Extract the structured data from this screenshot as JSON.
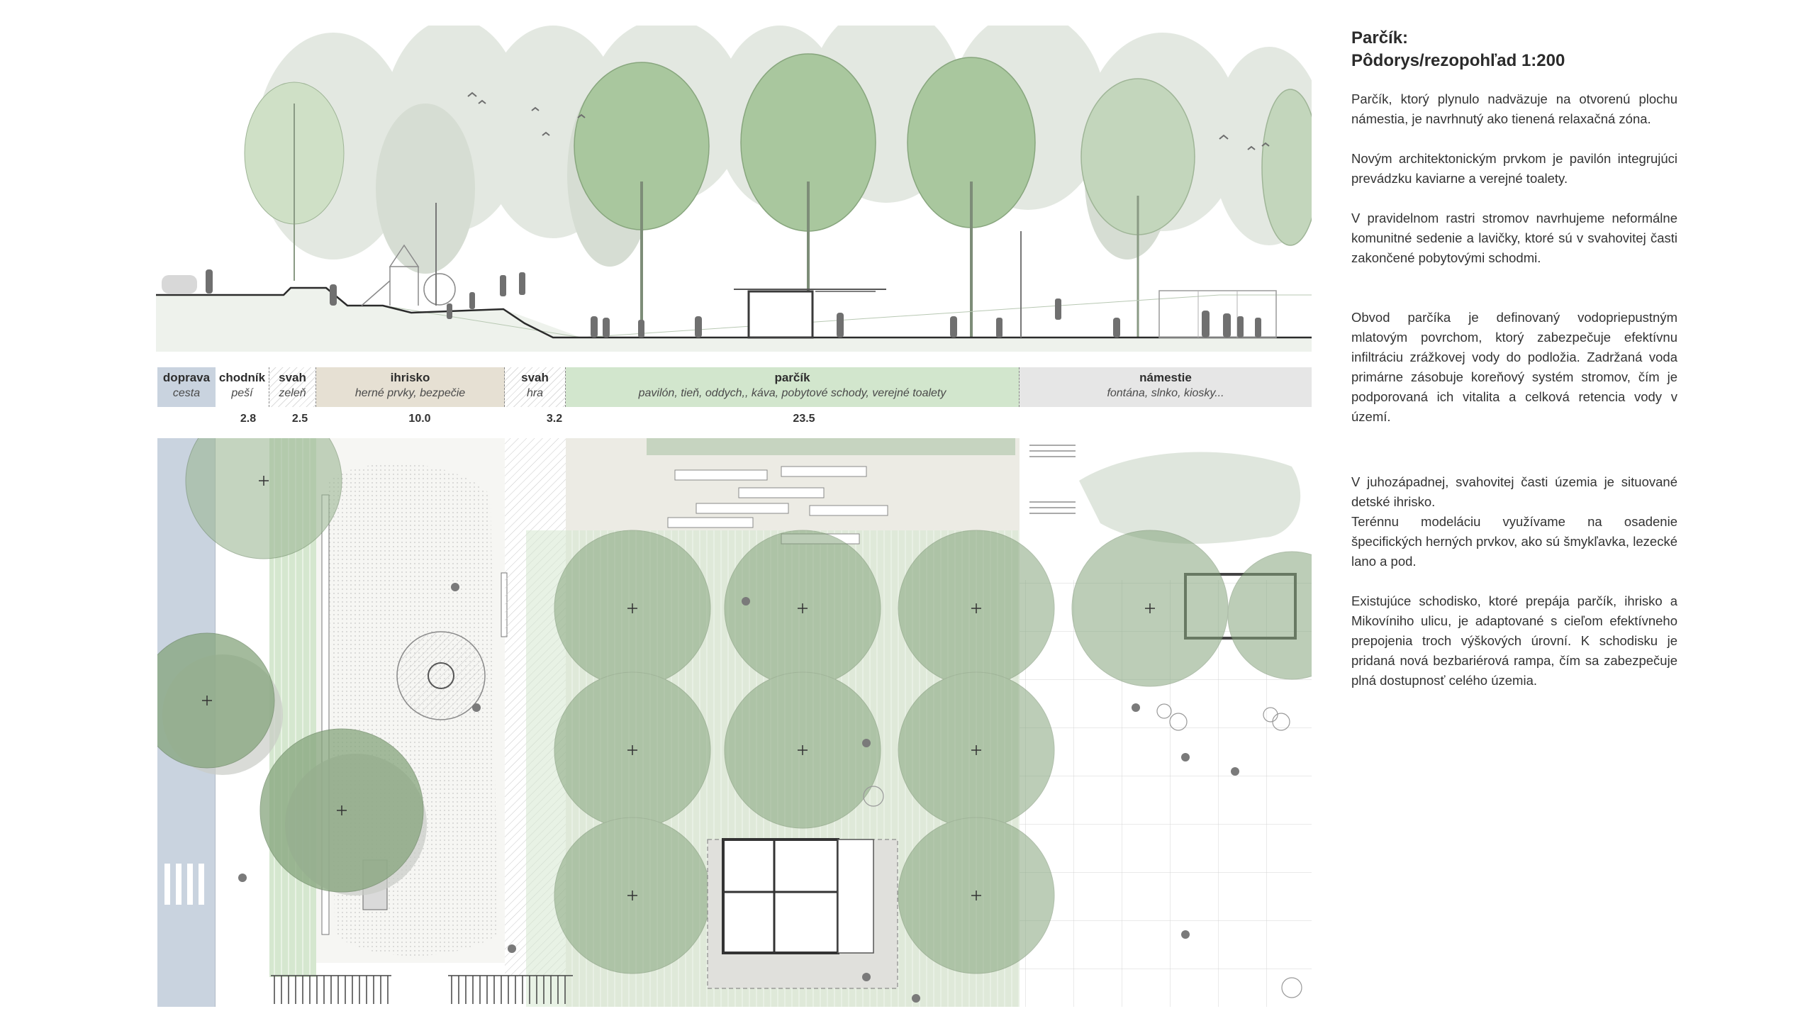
{
  "panel": {
    "title": "Parčík:",
    "subtitle": "Pôdorys/rezopohľad 1:200",
    "paragraphs": [
      "Parčík, ktorý plynulo nadväzuje na otvorenú plochu námestia, je navrhnutý ako tienená relaxačná zóna.",
      "Novým architektonickým prvkom je pavilón integrujúci prevádzku kaviarne a verejné toalety.",
      "V pravidelnom rastri stromov navrhujeme neformálne komunitné sedenie a lavičky, ktoré sú v svahovitej časti zakončené pobytovými schodmi.",
      "Obvod parčíka je definovaný vodopriepustným mlatovým povrchom, ktorý zabezpečuje efektívnu infiltráciu zrážkovej vody do podložia. Zadržaná voda primárne zásobuje koreňový systém stromov, čím je podporovaná ich vitalita a celková retencia vody v území.",
      "V juhozápadnej, svahovitej časti územia je situované detské ihrisko.",
      "Terénnu modeláciu využívame na osadenie špecifických herných prvkov, ako sú šmykľavka, lezecké lano a pod.",
      "Existujúce schodisko, ktoré prepája parčík, ihrisko a Mikovíniho ulicu, je adaptované s cieľom efektívneho prepojenia troch výškových úrovní. K schodisku je pridaná nová bezbariérová rampa, čím sa zabezpečuje plná dostupnosť celého územia."
    ]
  },
  "zones": [
    {
      "title": "doprava",
      "subtitle": "cesta",
      "color": "#c9d3df"
    },
    {
      "title": "chodník",
      "subtitle": "peší",
      "color": "#ffffff"
    },
    {
      "title": "svah",
      "subtitle": "zeleň",
      "color": "#ffffff"
    },
    {
      "title": "ihrisko",
      "subtitle": "herné prvky, bezpečie",
      "color": "#e6e0d3"
    },
    {
      "title": "svah",
      "subtitle": "hra",
      "color": "#ffffff"
    },
    {
      "title": "parčík",
      "subtitle": "pavilón, tieň, oddych,, káva, pobytové schody, verejné toalety",
      "color": "#d2e6cd"
    },
    {
      "title": "námestie",
      "subtitle": "fontána, slnko, kiosky...",
      "color": "#e6e6e6"
    }
  ],
  "dimensions": [
    "2.8",
    "2.5",
    "10.0",
    "3.2",
    "23.5"
  ],
  "colors": {
    "tree_dark": "#86a57d",
    "tree_light": "#b7cbb0",
    "tree_bg": "#dfe6dd",
    "lawn": "#d5e7cf",
    "plaza": "#ecebe4",
    "road": "#c9d3df"
  }
}
